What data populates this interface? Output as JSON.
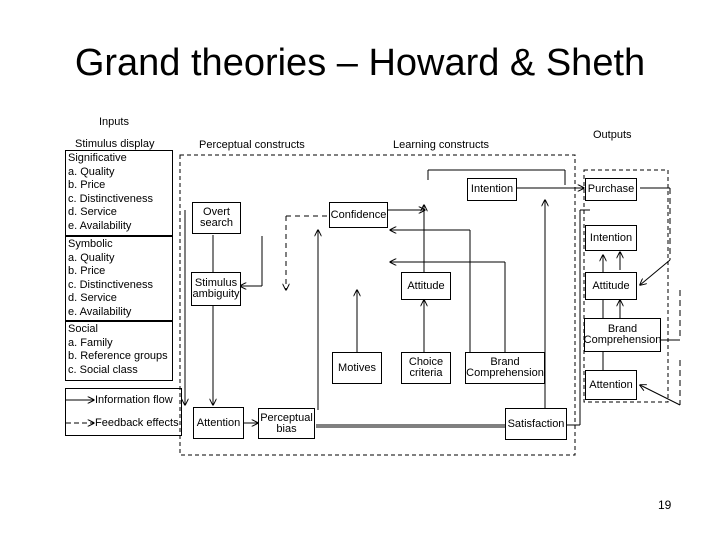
{
  "title": "Grand theories – Howard & Sheth",
  "headers": {
    "inputs": "Inputs",
    "stimulus_display": "Stimulus display",
    "perceptual_constructs": "Perceptual constructs",
    "learning_constructs": "Learning constructs",
    "outputs": "Outputs"
  },
  "stimulus": {
    "significative": [
      "Significative",
      "a. Quality",
      "b. Price",
      "c. Distinctiveness",
      "d. Service",
      "e. Availability"
    ],
    "symbolic": [
      "Symbolic",
      "a. Quality",
      "b. Price",
      "c. Distinctiveness",
      "d. Service",
      "e. Availability"
    ],
    "social": [
      "Social",
      "a. Family",
      "b. Reference groups",
      "c. Social class"
    ]
  },
  "perceptual": {
    "overt_search": "Overt search",
    "stimulus_ambiguity": "Stimulus ambiguity",
    "attention": "Attention",
    "perceptual_bias": "Perceptual bias"
  },
  "learning": {
    "intention": "Intention",
    "confidence": "Confidence",
    "attitude": "Attitude",
    "motives": "Motives",
    "choice_criteria": "Choice criteria",
    "brand_comprehension": "Brand Comprehension",
    "satisfaction": "Satisfaction"
  },
  "outputs": {
    "purchase": "Purchase",
    "intention": "Intention",
    "attitude": "Attitude",
    "brand_comprehension": "Brand Comprehension",
    "attention": "Attention"
  },
  "legend": {
    "information_flow": "Information flow",
    "feedback_effects": "Feedback effects"
  },
  "page_number": "19"
}
